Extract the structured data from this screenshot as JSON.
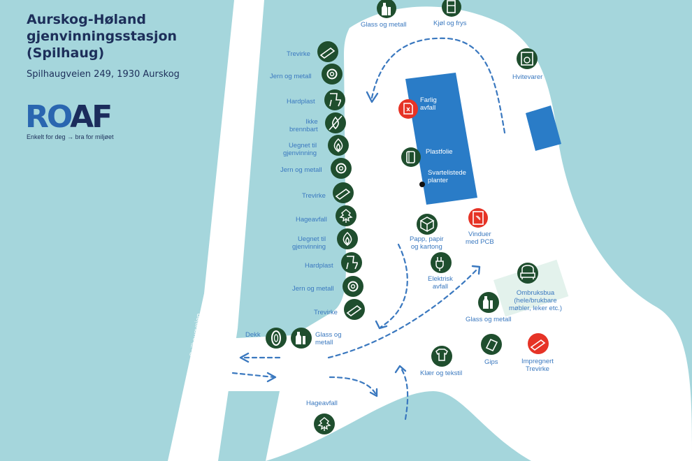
{
  "map": {
    "title_lines": [
      "Aurskog-Høland",
      "gjenvinningsstasjon",
      "(Spilhaug)"
    ],
    "address": "Spilhaugveien 249, 1930 Aurskog",
    "road_name": "Spilhaugveien",
    "colors": {
      "water": "#a5d6dc",
      "site": "#ffffff",
      "building": "#2a7cc7",
      "station_green": "#1f4e2e",
      "station_red": "#e63326",
      "label": "#3a78bf",
      "title": "#1d2f5a"
    }
  },
  "brand": {
    "logo_part1": "RO",
    "logo_part2": "AF",
    "tagline": "Enkelt for deg → bra for miljøet"
  },
  "labels": {
    "trevirke": "Trevirke",
    "jern_og_metall": "Jern og metall",
    "hardplast": "Hardplast",
    "ikke": "Ikke",
    "brennbart": "brennbart",
    "uegnet_til": "Uegnet til",
    "gjenvinning": "gjenvinning",
    "hageavfall": "Hageavfall",
    "dekk": "Dekk",
    "glass_og": "Glass og",
    "metall": "metall",
    "glass_og_metall": "Glass og metall",
    "kjol_og_frys": "Kjøl og frys",
    "hvitevarer": "Hvitevarer",
    "farlig": "Farlig",
    "avfall": "avfall",
    "plastfolie": "Plastfolie",
    "svartelistede": "Svartelistede",
    "planter": "planter",
    "papp_papir": "Papp, papir",
    "og_kartong": "og kartong",
    "vinduer": "Vinduer",
    "med_pcb": "med PCB",
    "elektrisk": "Elektrisk",
    "ombruksbua": "Ombruksbua",
    "hele_brukbare": "(hele/brukbare",
    "mobler_leker": "møbler, leker etc.)",
    "gips": "Gips",
    "impregnert": "Impregnert",
    "klaer_og_tekstil": "Klær og tekstil"
  },
  "stations": [
    {
      "id": "glass-top",
      "icon": "bottle-icon",
      "color": "green"
    },
    {
      "id": "kjol-frys",
      "icon": "fridge-icon",
      "color": "green"
    },
    {
      "id": "hvitevarer",
      "icon": "washing-machine-icon",
      "color": "green"
    },
    {
      "id": "trevirke-1",
      "icon": "plank-icon",
      "color": "green"
    },
    {
      "id": "jern-1",
      "icon": "metal-ring-icon",
      "color": "green"
    },
    {
      "id": "hardplast-1",
      "icon": "plastic-chair-icon",
      "color": "green"
    },
    {
      "id": "ikke-brennbart",
      "icon": "no-fire-icon",
      "color": "green"
    },
    {
      "id": "uegnet-1",
      "icon": "flame-icon",
      "color": "green"
    },
    {
      "id": "jern-2",
      "icon": "metal-ring-icon",
      "color": "green"
    },
    {
      "id": "trevirke-2",
      "icon": "plank-icon",
      "color": "green"
    },
    {
      "id": "hageavfall-1",
      "icon": "leaf-icon",
      "color": "green"
    },
    {
      "id": "uegnet-2",
      "icon": "flame-icon",
      "color": "green"
    },
    {
      "id": "hardplast-2",
      "icon": "plastic-chair-icon",
      "color": "green"
    },
    {
      "id": "jern-3",
      "icon": "metal-ring-icon",
      "color": "green"
    },
    {
      "id": "trevirke-3",
      "icon": "plank-icon",
      "color": "green"
    },
    {
      "id": "dekk",
      "icon": "tire-icon",
      "color": "green"
    },
    {
      "id": "glass-low",
      "icon": "bottle-icon",
      "color": "green"
    },
    {
      "id": "farlig",
      "icon": "hazard-icon",
      "color": "red"
    },
    {
      "id": "plastfolie",
      "icon": "film-roll-icon",
      "color": "green"
    },
    {
      "id": "papp",
      "icon": "box-icon",
      "color": "green"
    },
    {
      "id": "vinduer",
      "icon": "window-icon",
      "color": "red"
    },
    {
      "id": "elektrisk",
      "icon": "plug-icon",
      "color": "green"
    },
    {
      "id": "ombruksbua",
      "icon": "armchair-icon",
      "color": "green"
    },
    {
      "id": "glass-mid",
      "icon": "bottle-icon",
      "color": "green"
    },
    {
      "id": "gips",
      "icon": "gypsum-icon",
      "color": "green"
    },
    {
      "id": "impregnert",
      "icon": "treated-wood-icon",
      "color": "red"
    },
    {
      "id": "klaer",
      "icon": "shirt-icon",
      "color": "green"
    },
    {
      "id": "hageavfall-2",
      "icon": "leaf-icon",
      "color": "green"
    }
  ]
}
